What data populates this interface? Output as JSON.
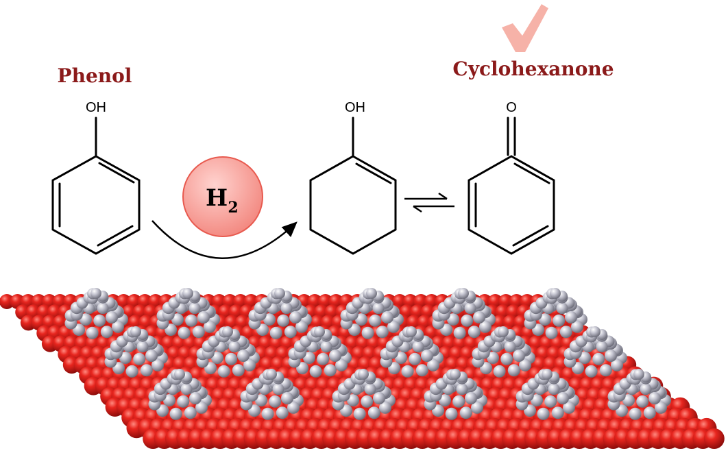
{
  "reactant": {
    "name": "Phenol",
    "substituent": "OH"
  },
  "reagent": {
    "symbol": "H",
    "subscript": "2"
  },
  "intermediate": {
    "substituent": "OH"
  },
  "product": {
    "name": "Cyclohexanone",
    "substituent": "O",
    "selected_mark": "check-icon"
  },
  "colors": {
    "label": "#8b1a1a",
    "support_sphere": "#d6231f",
    "cluster_sphere": "#b8b8c4",
    "h2_fill": "#f7a9a3",
    "check": "#f6b2a8"
  }
}
